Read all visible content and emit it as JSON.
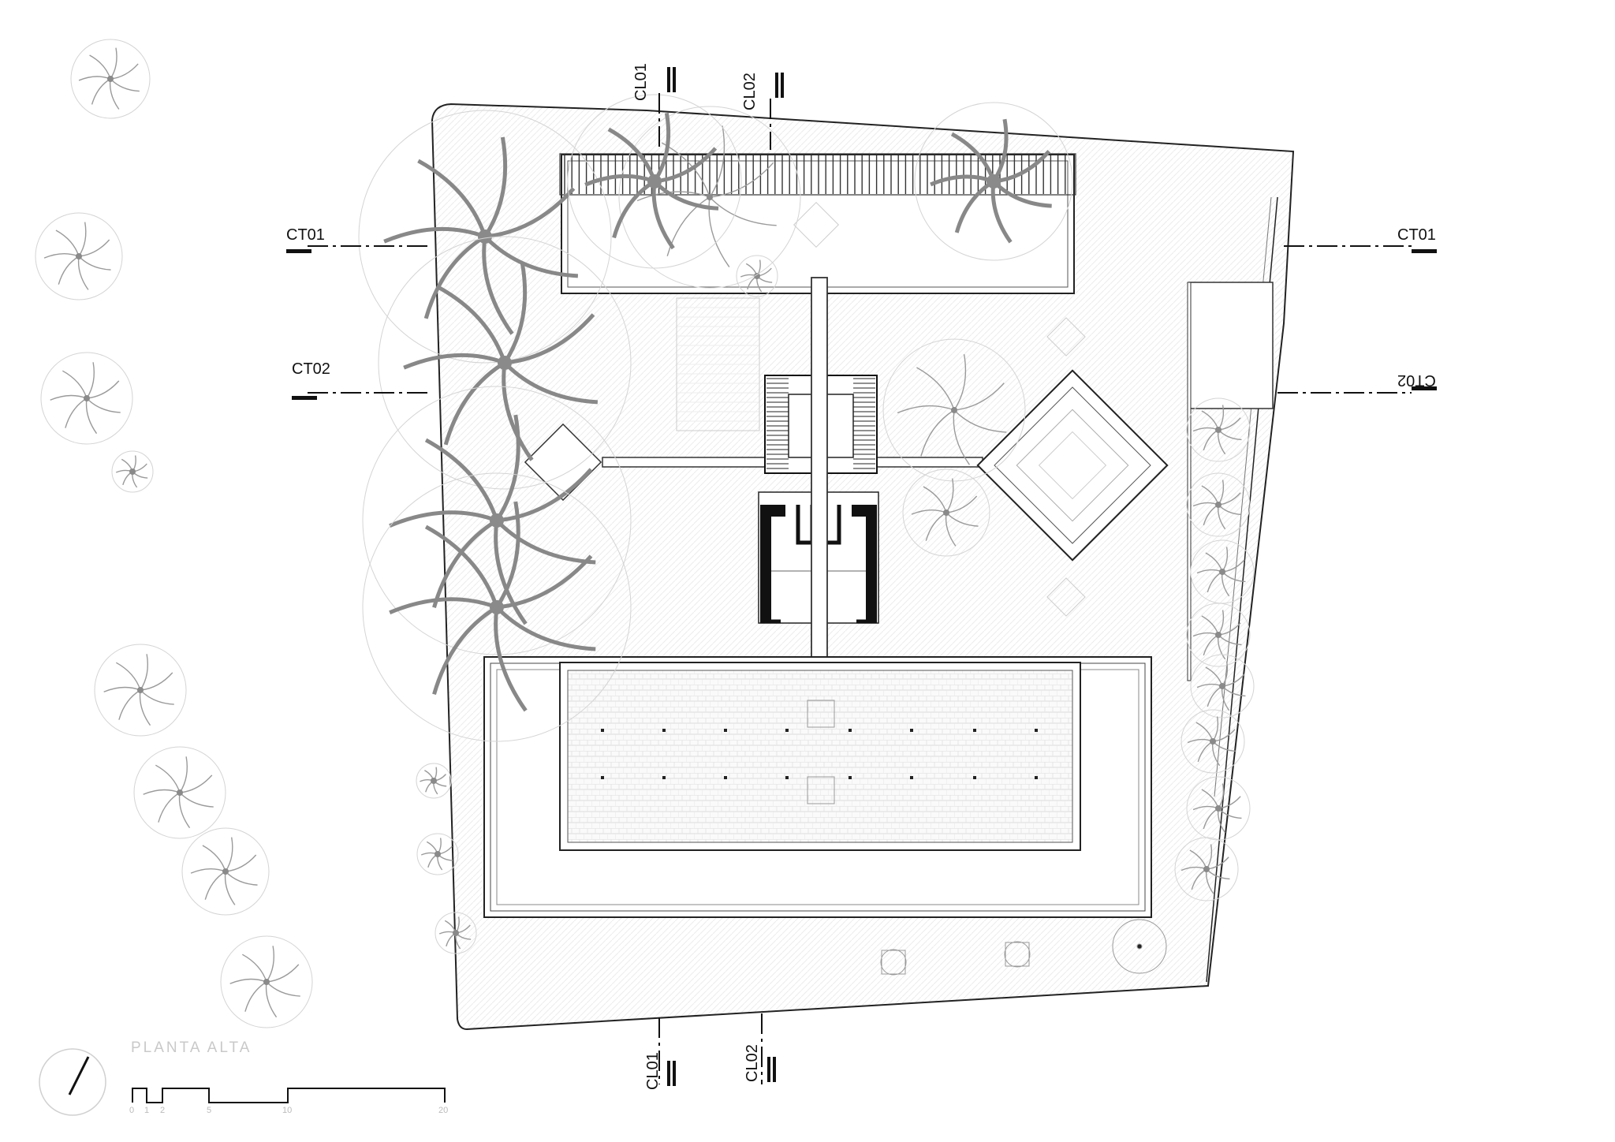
{
  "drawing": {
    "title": "PLANTA ALTA",
    "scale_ticks": [
      "0",
      "1",
      "2",
      "5",
      "10",
      "20"
    ]
  },
  "sections": {
    "ct01_left": "CT01",
    "ct01_right": "CT01",
    "ct02_left": "CT02",
    "ct02_right": "CT02",
    "cl01_top": "CL01",
    "cl02_top": "CL02",
    "cl01_bottom": "CL01",
    "cl02_bottom": "CL02"
  },
  "colors": {
    "line": "#1a1a1a",
    "trunk": "#8a8a8a",
    "canopy": "#c8c8c8",
    "faint": "#d6d6d6"
  }
}
